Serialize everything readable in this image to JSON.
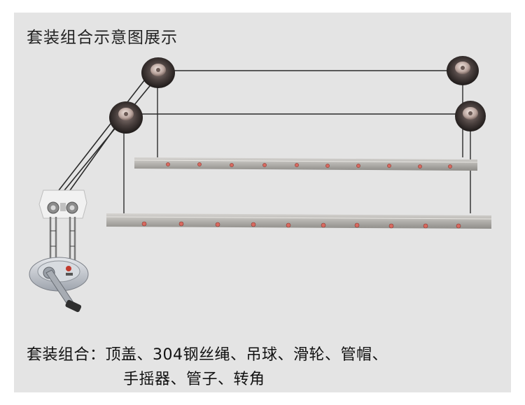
{
  "title": "套装组合示意图展示",
  "caption": {
    "line1": "套装组合：顶盖、304钢丝绳、吊球、滑轮、管帽、",
    "line2": "手摇器、管子、转角"
  },
  "colors": {
    "panel": "#e4e4e4",
    "rail": "#b9b7b3",
    "pulley": "#3a3332",
    "rope": "#2b2b2b"
  }
}
